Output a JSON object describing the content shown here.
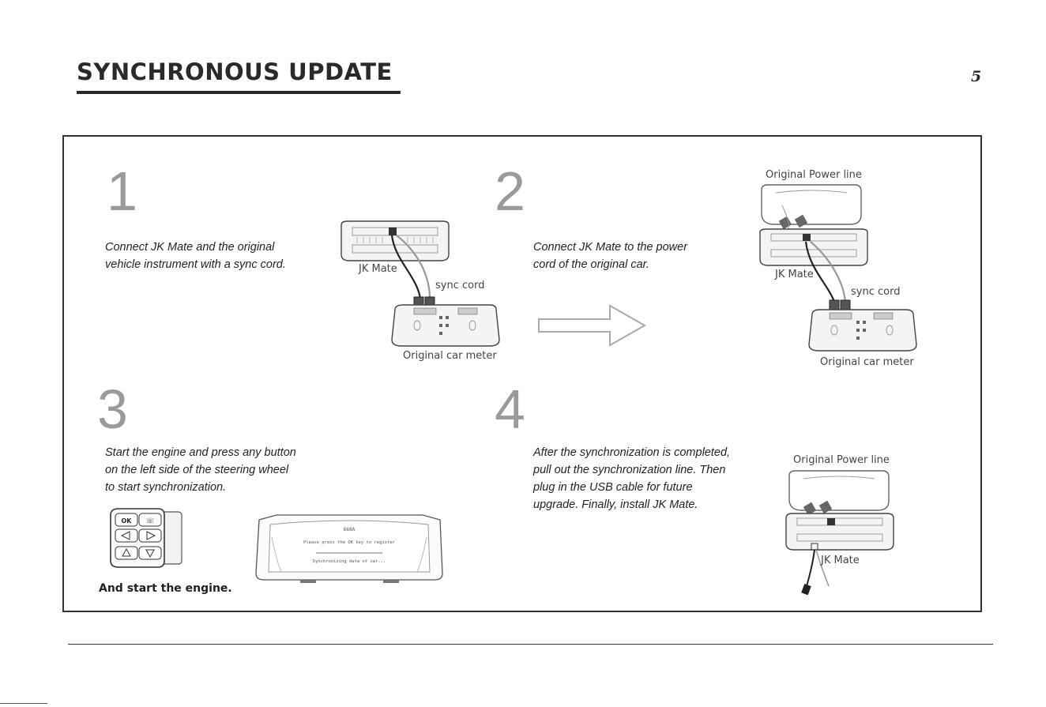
{
  "header": {
    "title": "SYNCHRONOUS UPDATE",
    "page_number": "5"
  },
  "steps": [
    {
      "number": "1",
      "text": " Connect JK Mate and the original\nvehicle instrument with a sync cord.",
      "labels": {
        "jk_mate": "JK Mate",
        "sync_cord": "sync cord",
        "meter": "Original car meter"
      }
    },
    {
      "number": "2",
      "text": "Connect JK Mate to the power\ncord of the original car.",
      "labels": {
        "power_line": "Original  Power line",
        "jk_mate": "JK Mate",
        "sync_cord": "sync cord",
        "meter": "Original car meter"
      }
    },
    {
      "number": "3",
      "text": "Start the engine and press any button\non the left side of the steering wheel\nto start synchronization.",
      "labels": {
        "start_engine": "And start the engine.",
        "ok_key": "OK",
        "screen_code": "668A",
        "screen_line1": "Please press the OK key to register",
        "screen_line2": "Synchronizing data of car..."
      }
    },
    {
      "number": "4",
      "text": "After the synchronization is completed,\npull out the synchronization line. Then\nplug in the USB cable for future\nupgrade. Finally, install JK Mate.",
      "labels": {
        "power_line": "Original  Power line",
        "jk_mate": "JK Mate"
      }
    }
  ],
  "icons": {
    "arrow": "right-arrow-icon",
    "buttons": "steering-buttons-icon"
  }
}
